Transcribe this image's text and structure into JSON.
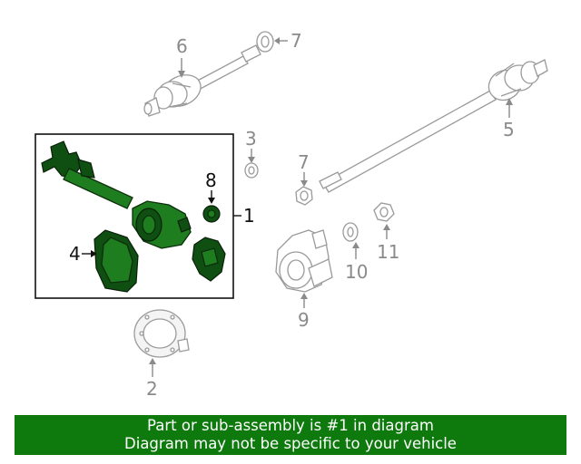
{
  "callouts": {
    "c1": "1",
    "c2": "2",
    "c3": "3",
    "c4": "4",
    "c5": "5",
    "c6": "6",
    "c7a": "7",
    "c7b": "7",
    "c8": "8",
    "c9": "9",
    "c10": "10",
    "c11": "11"
  },
  "highlighted_part": "1",
  "colors": {
    "highlight": "#0e7a0e",
    "other_parts": "#9a9a9a",
    "banner_text": "#ffffff"
  },
  "banner": {
    "line1": "Part or sub-assembly is #1 in diagram",
    "line2": "Diagram may not be specific to your vehicle"
  }
}
